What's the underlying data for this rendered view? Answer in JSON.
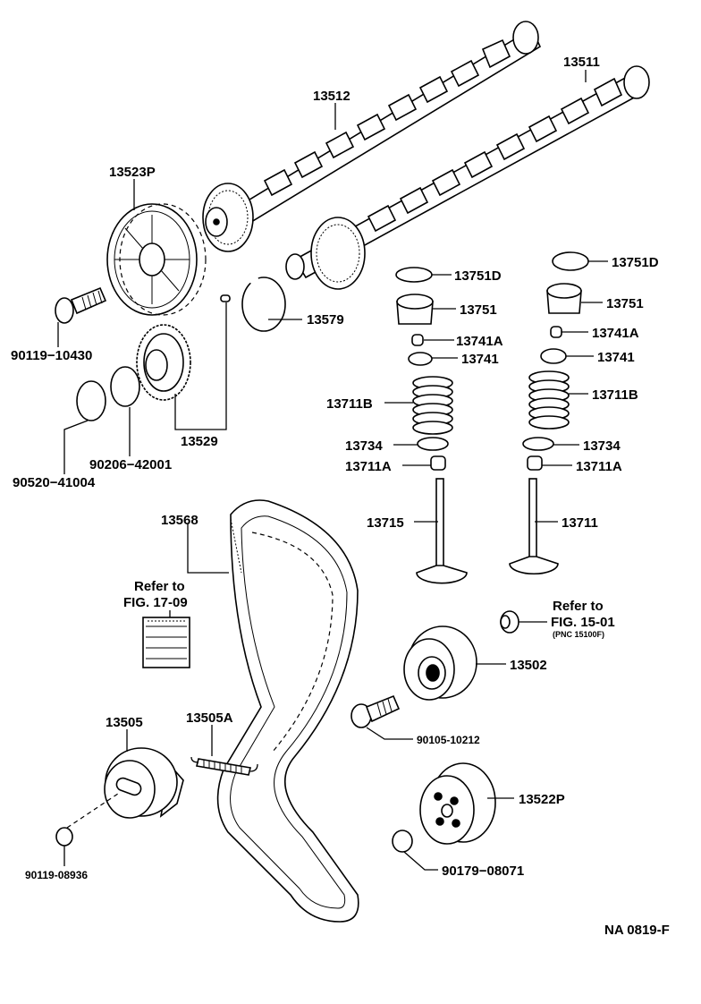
{
  "diagram_id": "NA 0819-F",
  "parts": {
    "p13511": "13511",
    "p13512": "13512",
    "p13523P": "13523P",
    "p90119_10430": "90119−10430",
    "p13579": "13579",
    "p13529": "13529",
    "p90206_42001": "90206−42001",
    "p90520_41004": "90520−41004",
    "p13751D_l": "13751D",
    "p13751_l": "13751",
    "p13741A_l": "13741A",
    "p13741_l": "13741",
    "p13711B_l": "13711B",
    "p13734_l": "13734",
    "p13711A_l": "13711A",
    "p13715": "13715",
    "p13751D_r": "13751D",
    "p13751_r": "13751",
    "p13741A_r": "13741A",
    "p13741_r": "13741",
    "p13711B_r": "13711B",
    "p13734_r": "13734",
    "p13711A_r": "13711A",
    "p13711": "13711",
    "p13568": "13568",
    "p13502": "13502",
    "p90105_10212": "90105-10212",
    "p13505": "13505",
    "p13505A": "13505A",
    "p90119_08936": "90119-08936",
    "p13522P": "13522P",
    "p90179_08071": "90179−08071"
  },
  "refs": {
    "ref1_line1": "Refer to",
    "ref1_line2": "FIG. 17-09",
    "ref2_line1": "Refer to",
    "ref2_line2": "FIG. 15-01",
    "ref2_line3": "(PNC 15100F)"
  }
}
